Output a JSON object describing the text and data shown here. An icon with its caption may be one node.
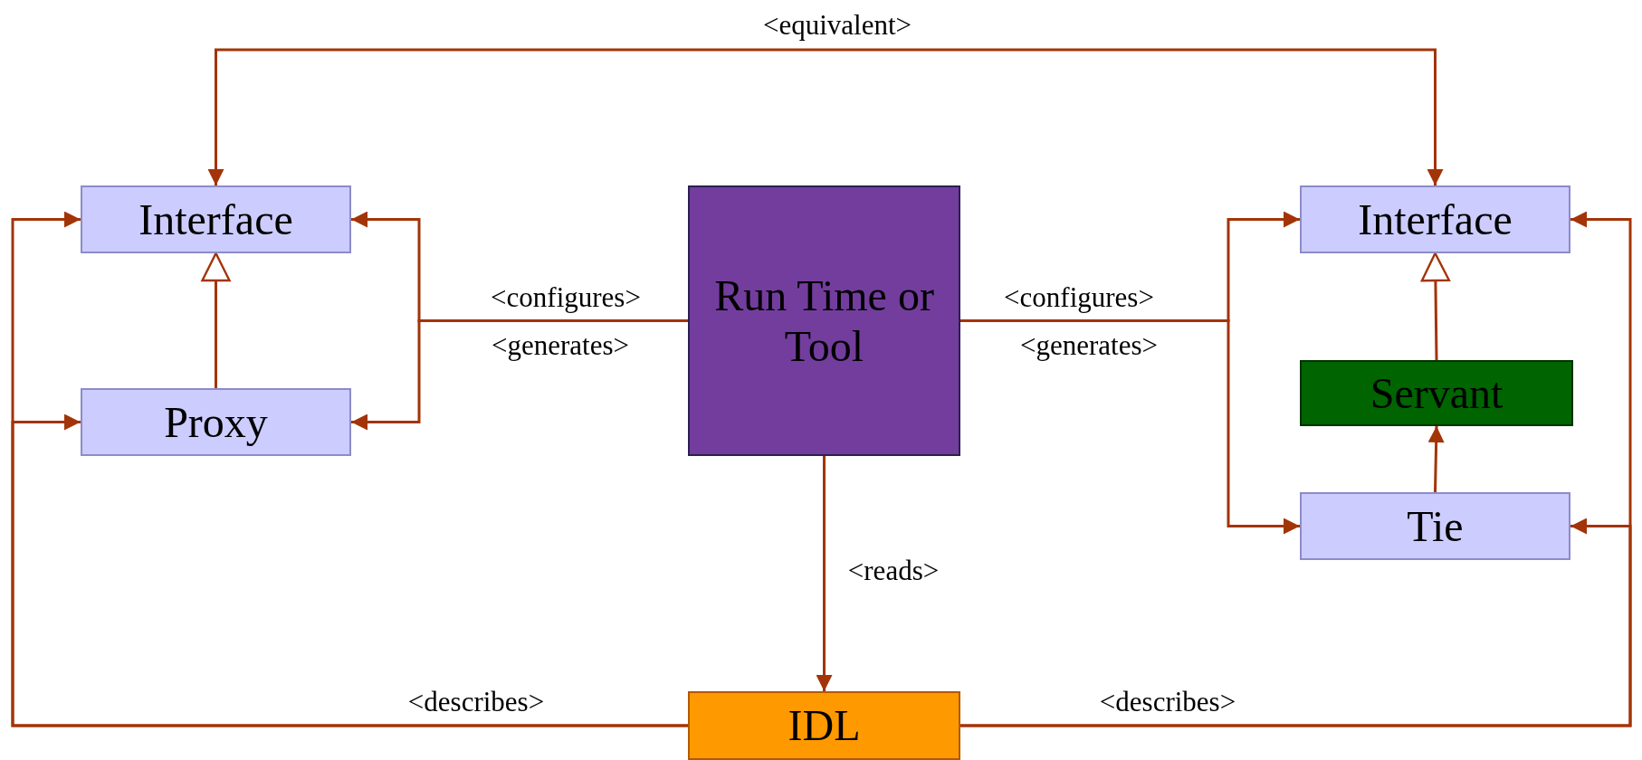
{
  "diagram": {
    "nodes": [
      {
        "text": [
          "Interface"
        ]
      },
      {
        "text": [
          "Proxy"
        ]
      },
      {
        "text": [
          "Run Time or Tool"
        ]
      },
      {
        "text": [
          "Interface"
        ]
      },
      {
        "text": [
          "Servant"
        ]
      },
      {
        "text": [
          "Tie"
        ]
      },
      {
        "text": [
          "IDL"
        ]
      }
    ],
    "edges": [
      {
        "from": 1,
        "to": 0,
        "arrow": "to"
      },
      {
        "from": 0,
        "to": 3,
        "arrow": "both",
        "label": "<equivalent>"
      },
      {
        "from": 2,
        "to": 0,
        "arrow": "to",
        "label": "<configures>"
      },
      {
        "from": 2,
        "to": 1,
        "arrow": "to",
        "label": "<generates>"
      },
      {
        "from": 2,
        "to": 3,
        "arrow": "to",
        "label": "<configures>"
      },
      {
        "from": 2,
        "to": 5,
        "arrow": "to",
        "label": "<generates>"
      },
      {
        "from": 4,
        "to": 3,
        "arrow": "to"
      },
      {
        "from": 5,
        "to": 4,
        "arrow": "to"
      },
      {
        "from": 2,
        "to": 6,
        "arrow": "to",
        "label": "<reads>"
      },
      {
        "from": 6,
        "to": 0,
        "arrow": "to",
        "label": "<describes>"
      },
      {
        "from": 6,
        "to": 1,
        "arrow": "to"
      },
      {
        "from": 6,
        "to": 3,
        "arrow": "to",
        "label": "<describes>"
      },
      {
        "from": 6,
        "to": 5,
        "arrow": "to"
      }
    ]
  }
}
